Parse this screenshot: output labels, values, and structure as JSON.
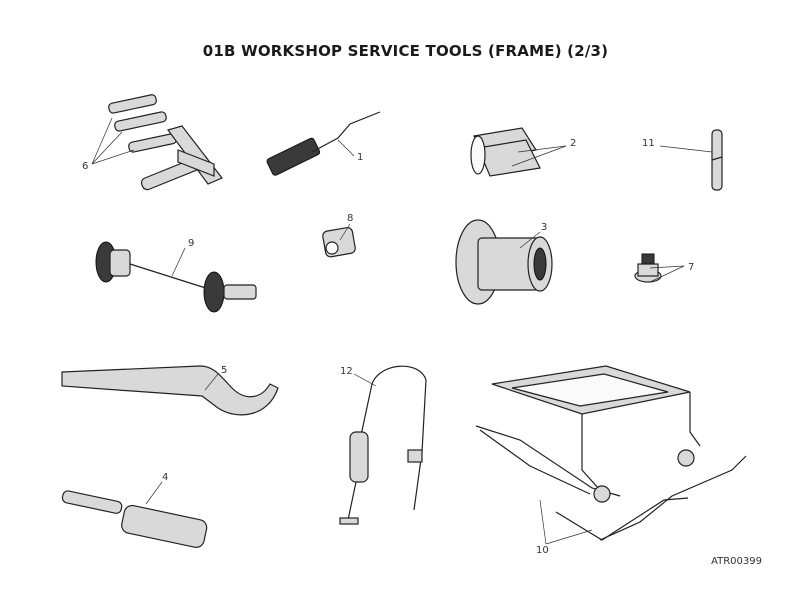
{
  "title": "01B WORKSHOP SERVICE TOOLS (FRAME) (2/3)",
  "drawing_code": "ATR00399",
  "callouts": {
    "c1": "1",
    "c2": "2",
    "c3": "3",
    "c4": "4",
    "c5": "5",
    "c6": "6",
    "c7": "7",
    "c8": "8",
    "c9": "9",
    "c10": "10",
    "c11": "11",
    "c12": "12"
  }
}
